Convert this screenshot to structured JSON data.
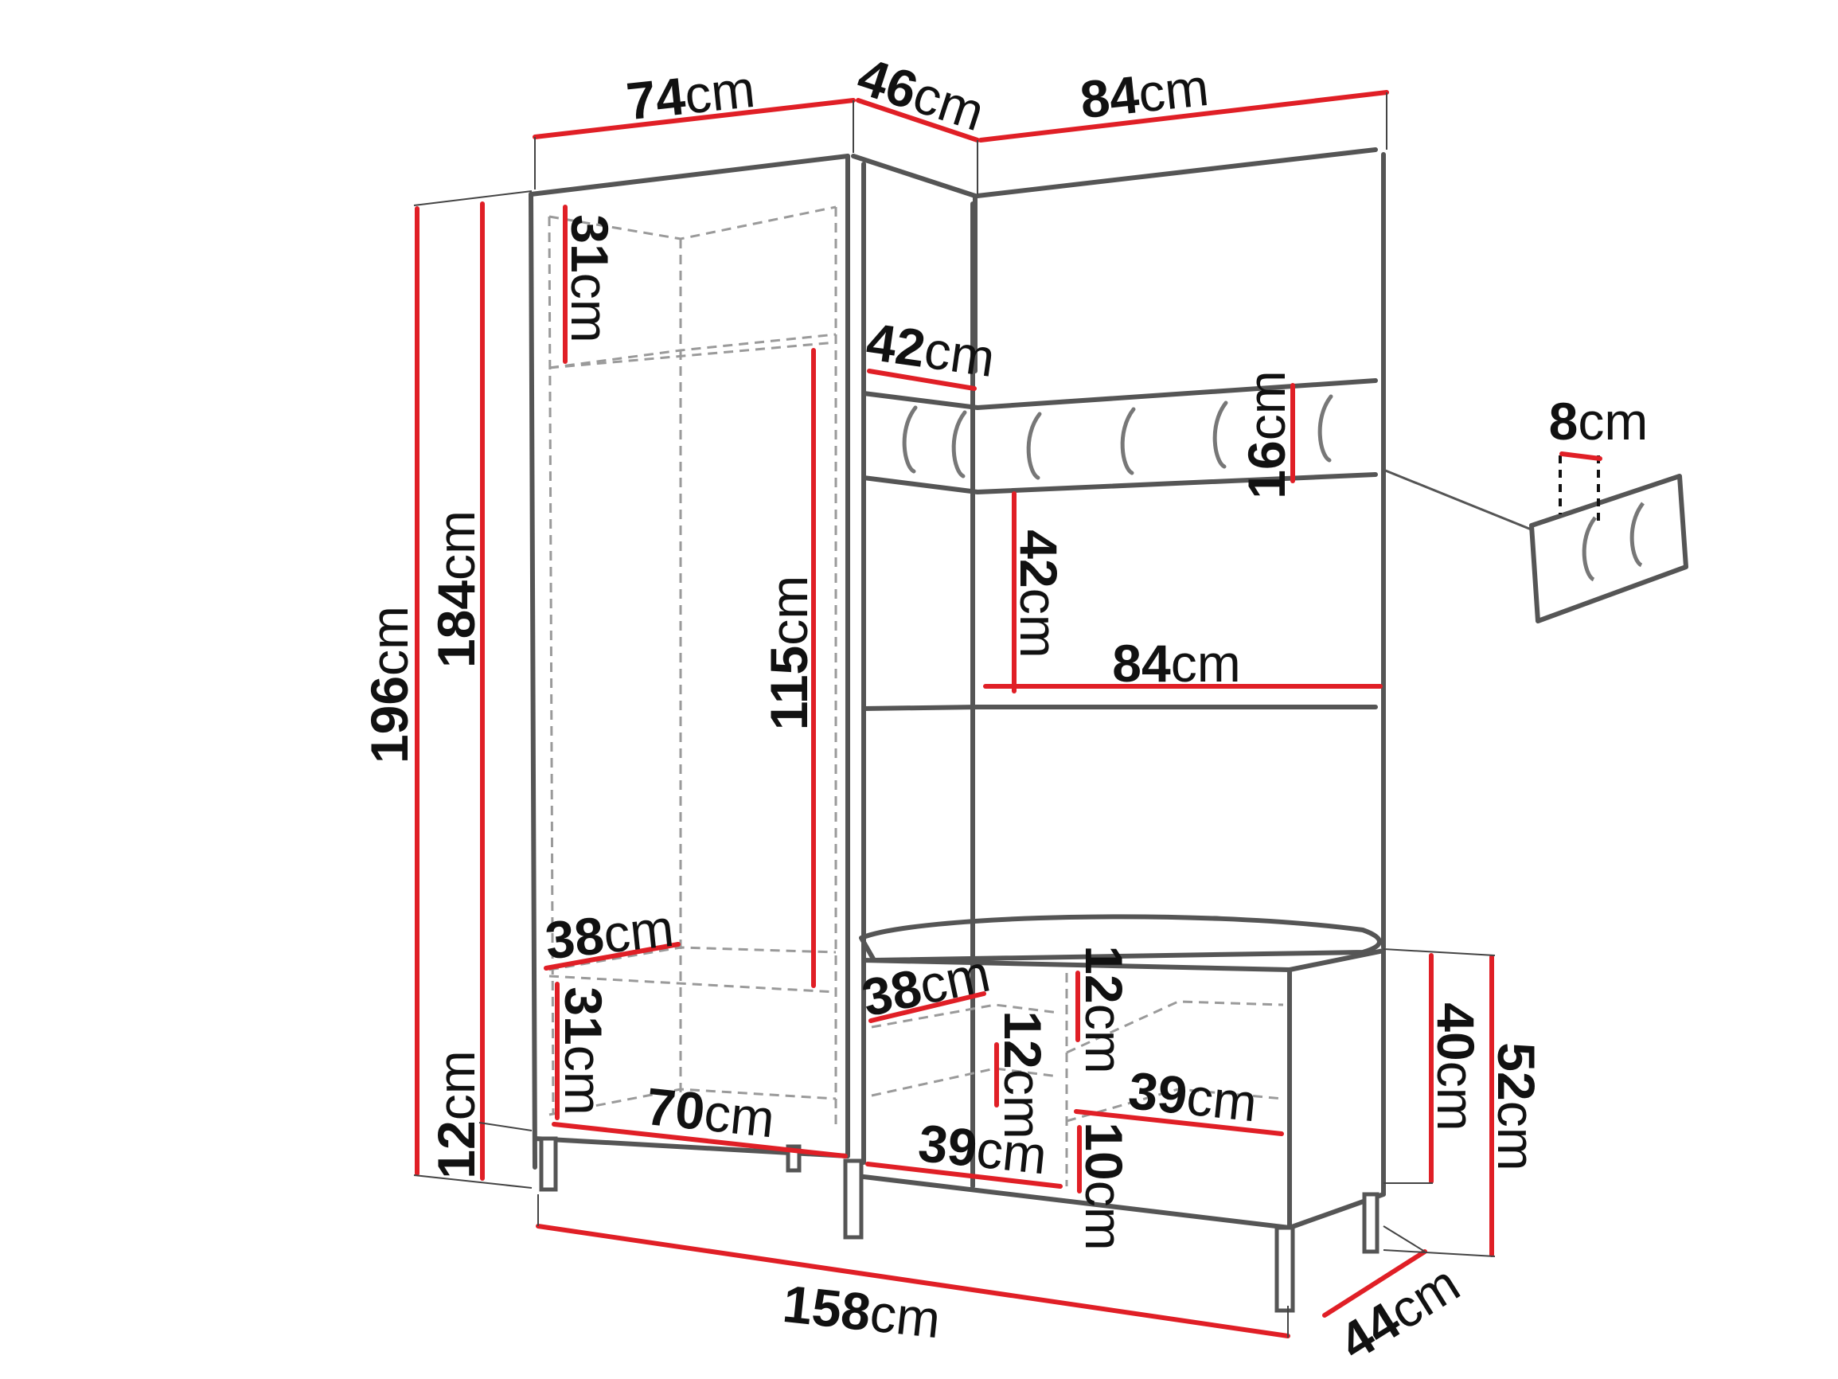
{
  "colors": {
    "dimension_line": "#e01f26",
    "outline": "#555555",
    "hidden_line": "#9a9a9a",
    "text": "#111111",
    "background": "#ffffff"
  },
  "unit": "cm",
  "dimensions": {
    "top_left_width": {
      "value": "74",
      "unit": "cm"
    },
    "corner_depth": {
      "value": "46",
      "unit": "cm"
    },
    "top_right_width": {
      "value": "84",
      "unit": "cm"
    },
    "total_height": {
      "value": "196",
      "unit": "cm"
    },
    "body_height": {
      "value": "184",
      "unit": "cm"
    },
    "leg_height": {
      "value": "12",
      "unit": "cm"
    },
    "top_shelf_height": {
      "value": "31",
      "unit": "cm"
    },
    "hanging_height": {
      "value": "115",
      "unit": "cm"
    },
    "left_shelf_depth": {
      "value": "38",
      "unit": "cm"
    },
    "bottom_shelf_height": {
      "value": "31",
      "unit": "cm"
    },
    "inner_width_left": {
      "value": "70",
      "unit": "cm"
    },
    "corner_shelf_depth": {
      "value": "42",
      "unit": "cm"
    },
    "hook_rail_height": {
      "value": "16",
      "unit": "cm"
    },
    "niche_height": {
      "value": "42",
      "unit": "cm"
    },
    "niche_width": {
      "value": "84",
      "unit": "cm"
    },
    "hook_spacing": {
      "value": "8",
      "unit": "cm"
    },
    "corner_bottom_depth": {
      "value": "38",
      "unit": "cm"
    },
    "bench_compartment_height": {
      "value": "12",
      "unit": "cm"
    },
    "corner_compartment_height": {
      "value": "12",
      "unit": "cm"
    },
    "bench_shelf_width": {
      "value": "39",
      "unit": "cm"
    },
    "corner_bottom_width": {
      "value": "39",
      "unit": "cm"
    },
    "bench_bottom_height": {
      "value": "10",
      "unit": "cm"
    },
    "bench_height": {
      "value": "40",
      "unit": "cm"
    },
    "bench_total_height": {
      "value": "52",
      "unit": "cm"
    },
    "total_width": {
      "value": "158",
      "unit": "cm"
    },
    "bench_depth": {
      "value": "44",
      "unit": "cm"
    }
  }
}
